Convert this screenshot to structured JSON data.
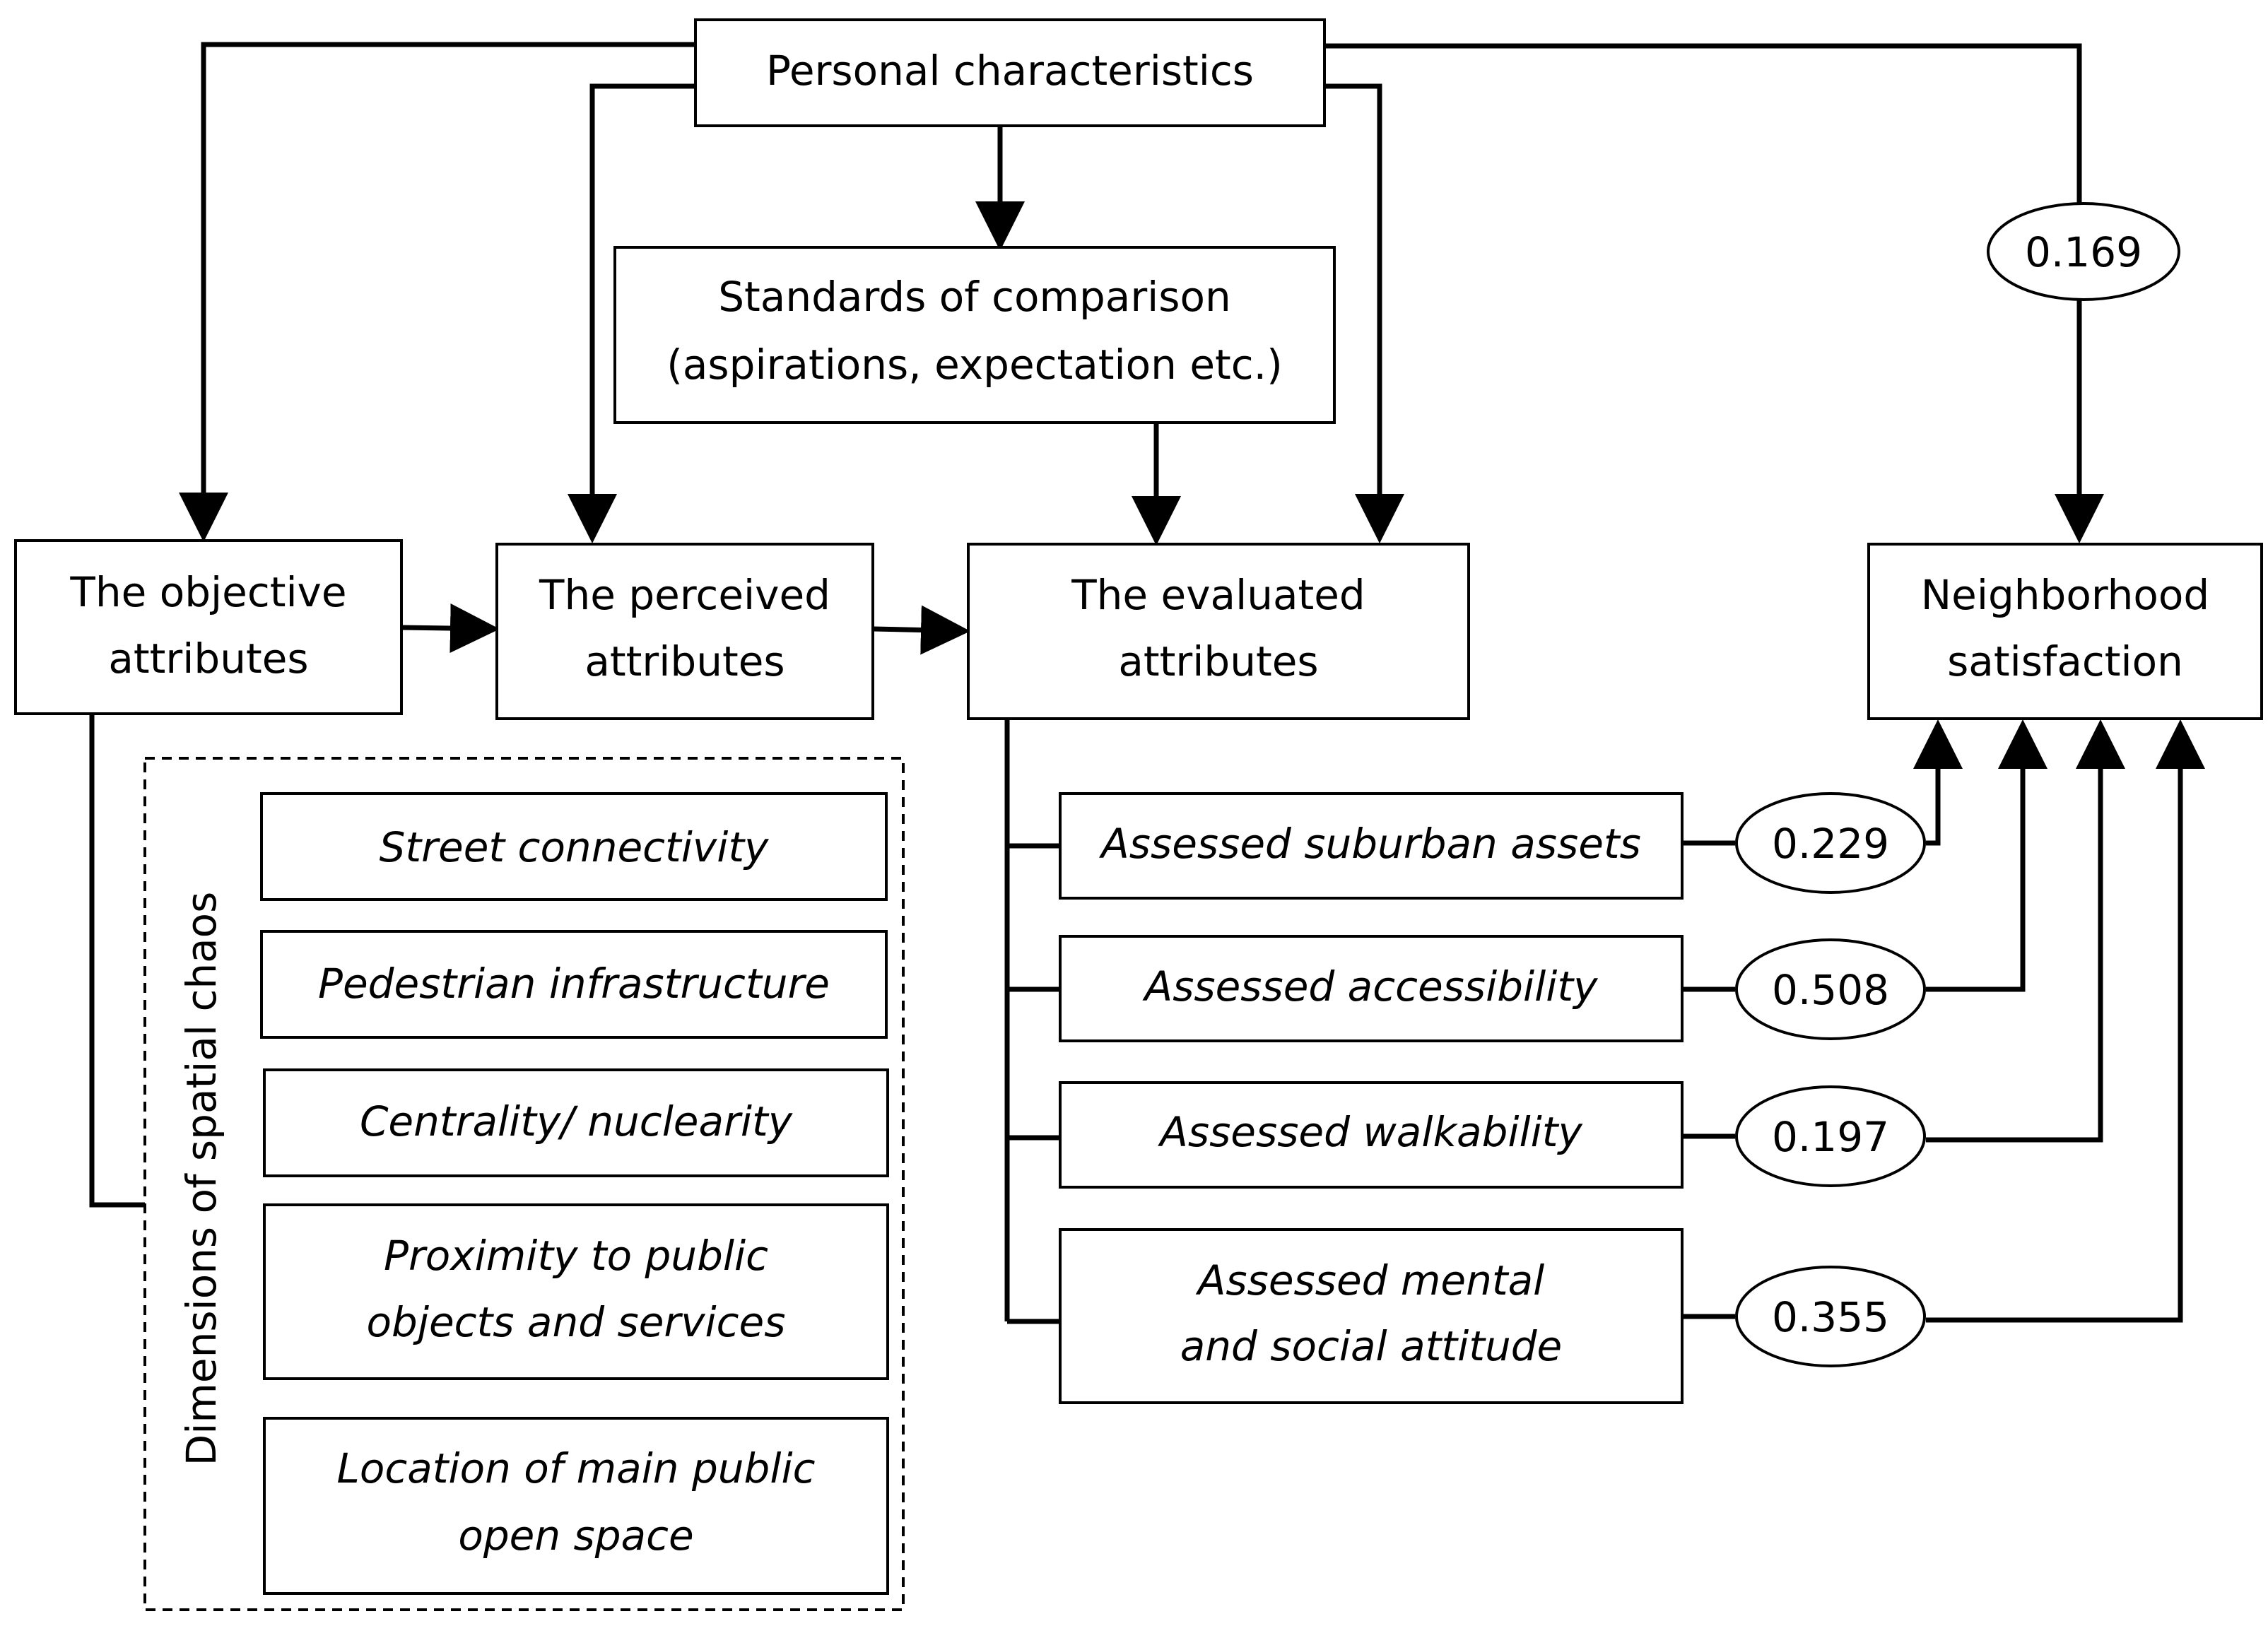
{
  "nodes": {
    "personal": {
      "lines": [
        "Personal characteristics"
      ]
    },
    "standards": {
      "lines": [
        "Standards of comparison",
        "(aspirations, expectation etc.)"
      ]
    },
    "objective": {
      "lines": [
        "The objective",
        "attributes"
      ]
    },
    "perceived": {
      "lines": [
        "The perceived",
        "attributes"
      ]
    },
    "evaluated": {
      "lines": [
        "The evaluated",
        "attributes"
      ]
    },
    "satisfaction": {
      "lines": [
        "Neighborhood",
        "satisfaction"
      ]
    }
  },
  "spatial_chaos": {
    "group_label": "Dimensions of spatial chaos",
    "items": [
      {
        "lines": [
          "Street connectivity"
        ]
      },
      {
        "lines": [
          "Pedestrian infrastructure"
        ]
      },
      {
        "lines": [
          "Centrality/ nuclearity"
        ]
      },
      {
        "lines": [
          "Proximity to public",
          "objects and services"
        ]
      },
      {
        "lines": [
          "Location of main public",
          "open space"
        ]
      }
    ]
  },
  "assessed": [
    {
      "lines": [
        "Assessed suburban assets"
      ],
      "weight": "0.229"
    },
    {
      "lines": [
        "Assessed accessibility"
      ],
      "weight": "0.508"
    },
    {
      "lines": [
        "Assessed walkability"
      ],
      "weight": "0.197"
    },
    {
      "lines": [
        "Assessed mental",
        "and social attitude"
      ],
      "weight": "0.355"
    }
  ],
  "personal_weight": "0.169"
}
